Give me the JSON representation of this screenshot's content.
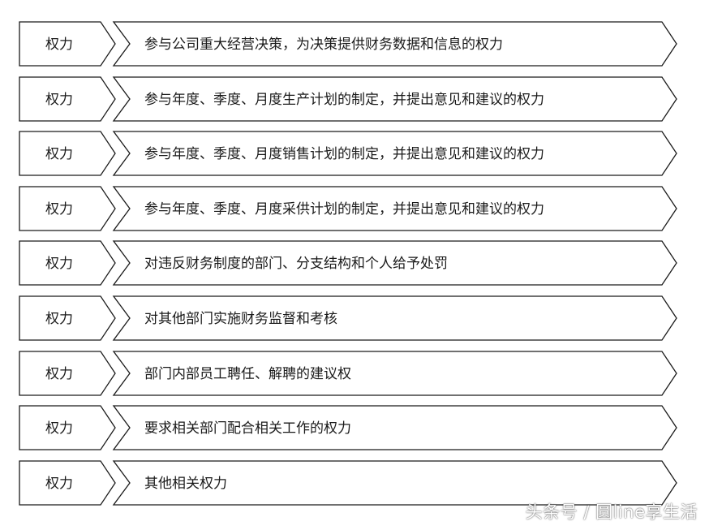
{
  "rows": [
    {
      "tag": "权力",
      "description": "参与公司重大经营决策，为决策提供财务数据和信息的权力"
    },
    {
      "tag": "权力",
      "description": "参与年度、季度、月度生产计划的制定，并提出意见和建议的权力"
    },
    {
      "tag": "权力",
      "description": "参与年度、季度、月度销售计划的制定，并提出意见和建议的权力"
    },
    {
      "tag": "权力",
      "description": "参与年度、季度、月度采供计划的制定，并提出意见和建议的权力"
    },
    {
      "tag": "权力",
      "description": "对违反财务制度的部门、分支结构和个人给予处罚"
    },
    {
      "tag": "权力",
      "description": "对其他部门实施财务监督和考核"
    },
    {
      "tag": "权力",
      "description": "部门内部员工聘任、解聘的建议权"
    },
    {
      "tag": "权力",
      "description": "要求相关部门配合相关工作的权力"
    },
    {
      "tag": "权力",
      "description": "其他相关权力"
    }
  ],
  "watermark": "头条号 / 圆line享生活",
  "colors": {
    "stroke": "#1a1a1a",
    "fill": "#ffffff",
    "text": "#1a1a1a"
  }
}
